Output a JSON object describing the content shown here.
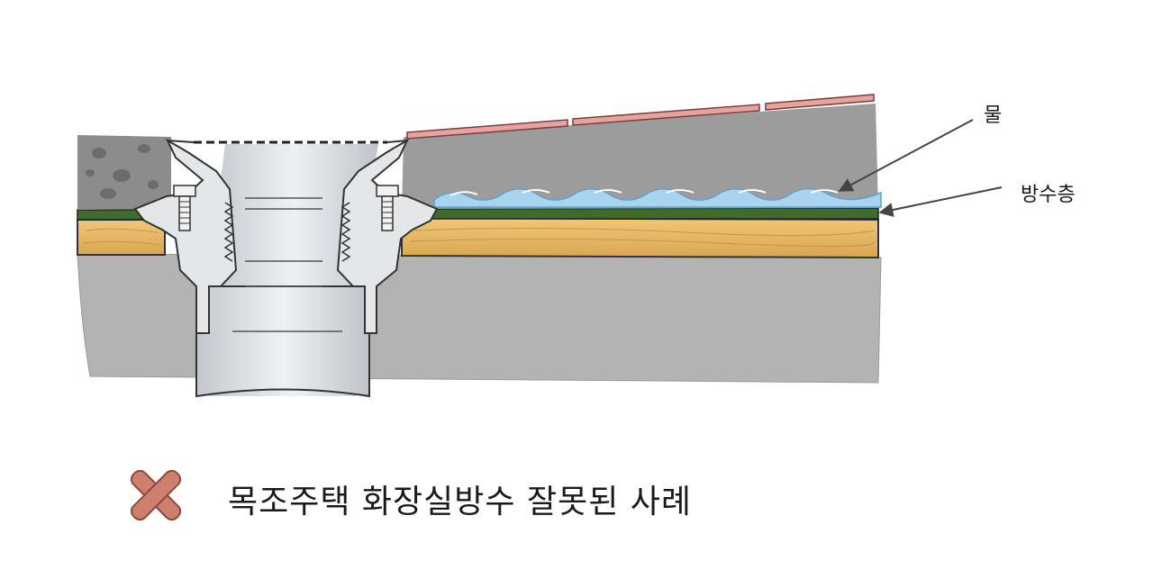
{
  "labels": {
    "water": "물",
    "waterproof_layer": "방수층"
  },
  "caption": "목조주택 화장실방수 잘못된 사례",
  "status_mark": "cross-icon",
  "colors": {
    "concrete": "#a9a9a9",
    "upper_screed": "#9c9c9c",
    "wood": "#e2b25a",
    "membrane": "#3f6b2c",
    "tile": "#e7a3a0",
    "water": "#a8d4f0",
    "drain_metal": "#d9dde2",
    "x_mark": "#cf7f6d"
  }
}
